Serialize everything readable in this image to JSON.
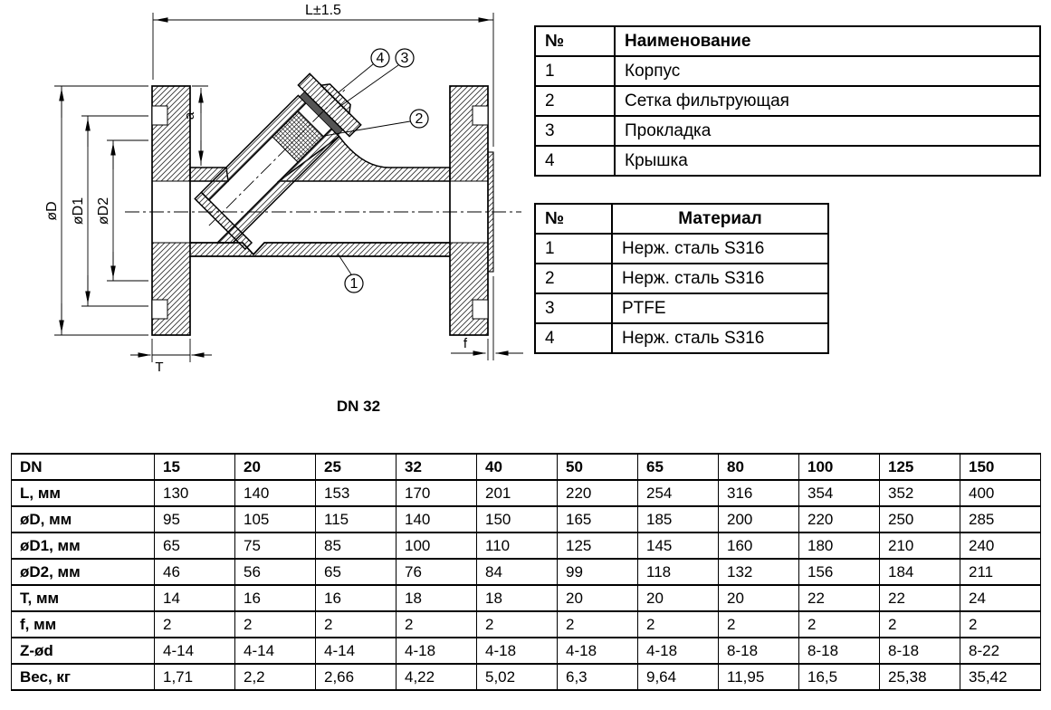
{
  "drawing": {
    "caption": "DN 32",
    "labels": {
      "L": "L±1.5",
      "D": "øD",
      "D1": "øD1",
      "D2": "øD2",
      "a": "a",
      "T": "T",
      "f": "f"
    },
    "callouts": {
      "c1": "1",
      "c2": "2",
      "c3": "3",
      "c4": "4"
    }
  },
  "parts_table": {
    "headers": [
      "№",
      "Наименование"
    ],
    "rows": [
      [
        "1",
        "Корпус"
      ],
      [
        "2",
        "Сетка фильтрующая"
      ],
      [
        "3",
        "Прокладка"
      ],
      [
        "4",
        "Крышка"
      ]
    ]
  },
  "materials_table": {
    "headers": [
      "№",
      "Материал"
    ],
    "rows": [
      [
        "1",
        "Нерж. сталь S316"
      ],
      [
        "2",
        "Нерж. сталь S316"
      ],
      [
        "3",
        "PTFE"
      ],
      [
        "4",
        "Нерж. сталь S316"
      ]
    ]
  },
  "dimensions_table": {
    "headers": [
      "DN",
      "15",
      "20",
      "25",
      "32",
      "40",
      "50",
      "65",
      "80",
      "100",
      "125",
      "150"
    ],
    "rows": [
      [
        "L, мм",
        "130",
        "140",
        "153",
        "170",
        "201",
        "220",
        "254",
        "316",
        "354",
        "352",
        "400"
      ],
      [
        "øD, мм",
        "95",
        "105",
        "115",
        "140",
        "150",
        "165",
        "185",
        "200",
        "220",
        "250",
        "285"
      ],
      [
        "øD1, мм",
        "65",
        "75",
        "85",
        "100",
        "110",
        "125",
        "145",
        "160",
        "180",
        "210",
        "240"
      ],
      [
        "øD2, мм",
        "46",
        "56",
        "65",
        "76",
        "84",
        "99",
        "118",
        "132",
        "156",
        "184",
        "211"
      ],
      [
        "T, мм",
        "14",
        "16",
        "16",
        "18",
        "18",
        "20",
        "20",
        "20",
        "22",
        "22",
        "24"
      ],
      [
        "f, мм",
        "2",
        "2",
        "2",
        "2",
        "2",
        "2",
        "2",
        "2",
        "2",
        "2",
        "2"
      ],
      [
        "Z-ød",
        "4-14",
        "4-14",
        "4-14",
        "4-18",
        "4-18",
        "4-18",
        "4-18",
        "8-18",
        "8-18",
        "8-18",
        "8-22"
      ],
      [
        "Вес, кг",
        "1,71",
        "2,2",
        "2,66",
        "4,22",
        "5,02",
        "6,3",
        "9,64",
        "11,95",
        "16,5",
        "25,38",
        "35,42"
      ]
    ]
  }
}
